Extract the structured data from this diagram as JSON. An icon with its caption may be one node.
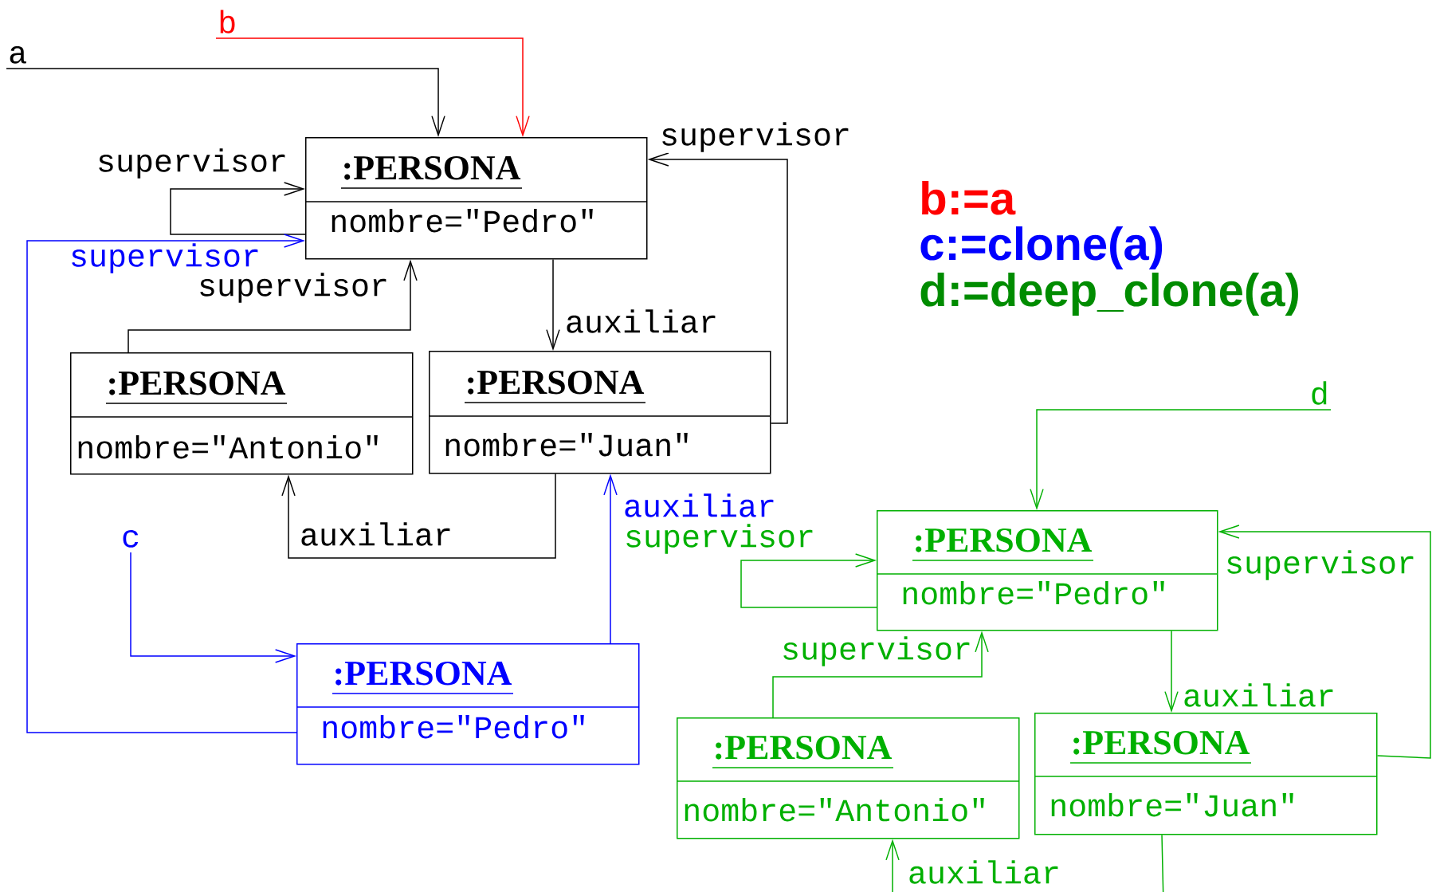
{
  "diagram": {
    "nodes": [
      {
        "text": [
          ":PERSONA",
          "nombre=\"Pedro\""
        ]
      },
      {
        "text": [
          ":PERSONA",
          "nombre=\"Antonio\""
        ]
      },
      {
        "text": [
          ":PERSONA",
          "nombre=\"Juan\""
        ]
      },
      {
        "text": [
          ":PERSONA",
          "nombre=\"Pedro\""
        ]
      },
      {
        "text": [
          ":PERSONA",
          "nombre=\"Pedro\""
        ]
      },
      {
        "text": [
          ":PERSONA",
          "nombre=\"Antonio\""
        ]
      },
      {
        "text": [
          ":PERSONA",
          "nombre=\"Juan\""
        ]
      },
      {
        "text": [
          "a"
        ]
      },
      {
        "text": [
          "b"
        ]
      },
      {
        "text": [
          "c"
        ]
      },
      {
        "text": [
          "d"
        ]
      }
    ],
    "edges": [
      {
        "from": 7,
        "to": 0,
        "arrow": "to"
      },
      {
        "from": 8,
        "to": 0,
        "arrow": "to",
        "color": "#ff0000"
      },
      {
        "from": 0,
        "to": 0,
        "arrow": "to",
        "label": "supervisor"
      },
      {
        "from": 3,
        "to": 0,
        "arrow": "to",
        "label": "supervisor",
        "color": "#0000ff"
      },
      {
        "from": 1,
        "to": 0,
        "arrow": "to",
        "label": "supervisor"
      },
      {
        "from": 0,
        "to": 2,
        "arrow": "to",
        "label": "auxiliar"
      },
      {
        "from": 2,
        "to": 0,
        "arrow": "to",
        "label": "supervisor"
      },
      {
        "from": 2,
        "to": 1,
        "arrow": "to",
        "label": "auxiliar"
      },
      {
        "from": 9,
        "to": 3,
        "arrow": "to",
        "color": "#0000ff"
      },
      {
        "from": 3,
        "to": 2,
        "arrow": "to",
        "label": "auxiliar",
        "color": "#0000ff"
      },
      {
        "from": 10,
        "to": 4,
        "arrow": "to",
        "color": "#00b000"
      },
      {
        "from": 4,
        "to": 4,
        "arrow": "to",
        "label": "supervisor",
        "color": "#00b000"
      },
      {
        "from": 5,
        "to": 4,
        "arrow": "to",
        "label": "supervisor",
        "color": "#00b000"
      },
      {
        "from": 4,
        "to": 6,
        "arrow": "to",
        "label": "auxiliar",
        "color": "#00b000"
      },
      {
        "from": 6,
        "to": 4,
        "arrow": "to",
        "label": "supervisor",
        "color": "#00b000"
      },
      {
        "from": 6,
        "to": 5,
        "arrow": "to",
        "label": "auxiliar",
        "color": "#00b000"
      }
    ],
    "labels": [
      "b:=a",
      "c:=clone(a)",
      "d:=deep_clone(a)"
    ]
  }
}
